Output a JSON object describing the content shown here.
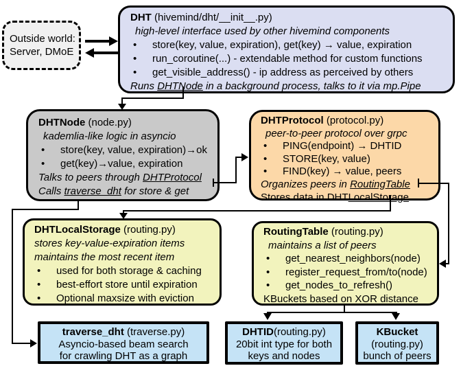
{
  "palette": {
    "dht_fill": "#dbdef2",
    "dhtnode_fill": "#c9c9c9",
    "dhtprotocol_fill": "#fcd8a8",
    "storage_fill": "#f2f3bd",
    "leaf_fill": "#c5e3f6",
    "outside_fill": "#f1f1f1",
    "line_color": "#000000"
  },
  "outside": {
    "line1": "Outside world:",
    "line2": "Server, DMoE"
  },
  "dht": {
    "title_bold": "DHT",
    "title_rest": " (hivemind/dht/__init__.py)",
    "subtitle": "high-level interface used by other hivemind components",
    "bullets": [
      "store(key, value, expiration), get(key) → value, expiration",
      "run_coroutine(...) - extendable method for custom functions",
      "get_visible_address() - ip address as perceived by others"
    ],
    "footer_pre": "Runs ",
    "footer_link": "DHTNode",
    "footer_post": " in a background process, talks to it via mp.Pipe"
  },
  "dhtnode": {
    "title_bold": "DHTNode",
    "title_rest": " (node.py)",
    "subtitle": "kademlia-like logic in asyncio",
    "bullets": [
      "store(key, value, expiration)→ok",
      "get(key)→value, expiration"
    ],
    "talks_pre": "Talks to peers through ",
    "talks_link": "DHTProtocol",
    "calls_pre": "Calls ",
    "calls_link": "traverse_dht",
    "calls_post": " for store & get"
  },
  "dhtprotocol": {
    "title_bold": "DHTProtocol",
    "title_rest": " (protocol.py)",
    "subtitle": "peer-to-peer protocol over grpc",
    "bullets": [
      "PING(endpoint) → DHTID",
      "STORE(key, value)",
      "FIND(key) → value, peers"
    ],
    "organizes_pre": "Organizes peers in ",
    "organizes_link": "RoutingTable",
    "stores_pre": "Stores data in DHT",
    "stores_link": "LocalStorage"
  },
  "localstorage": {
    "title_bold": "DHTLocalStorage",
    "title_rest": " (routing.py)",
    "subtitle1": "stores key-value-expiration items",
    "subtitle2": "maintains the most recent item",
    "bullets": [
      "used for both storage & caching",
      "best-effort store until expiration",
      "Optional maxsize with eviction"
    ]
  },
  "routingtable": {
    "title_bold": "RoutingTable",
    "title_rest": " (routing.py)",
    "subtitle": "maintains a list of peers",
    "bullets": [
      "get_nearest_neighbors(node)",
      "register_request_from/to(node)",
      "get_nodes_to_refresh()"
    ],
    "footer": "KBuckets based on XOR distance"
  },
  "traverse": {
    "title_bold": "traverse_dht",
    "title_rest": " (traverse.py)",
    "line2": "Asyncio-based beam search",
    "line3": "for crawling DHT as a graph"
  },
  "dhtid": {
    "title_bold": "DHTID",
    "title_rest": "(routing.py)",
    "line2": "20bit int type for both",
    "line3": "keys and nodes"
  },
  "kbucket": {
    "title_bold": "KBucket",
    "line2": "(routing.py)",
    "line3": "bunch of peers"
  }
}
